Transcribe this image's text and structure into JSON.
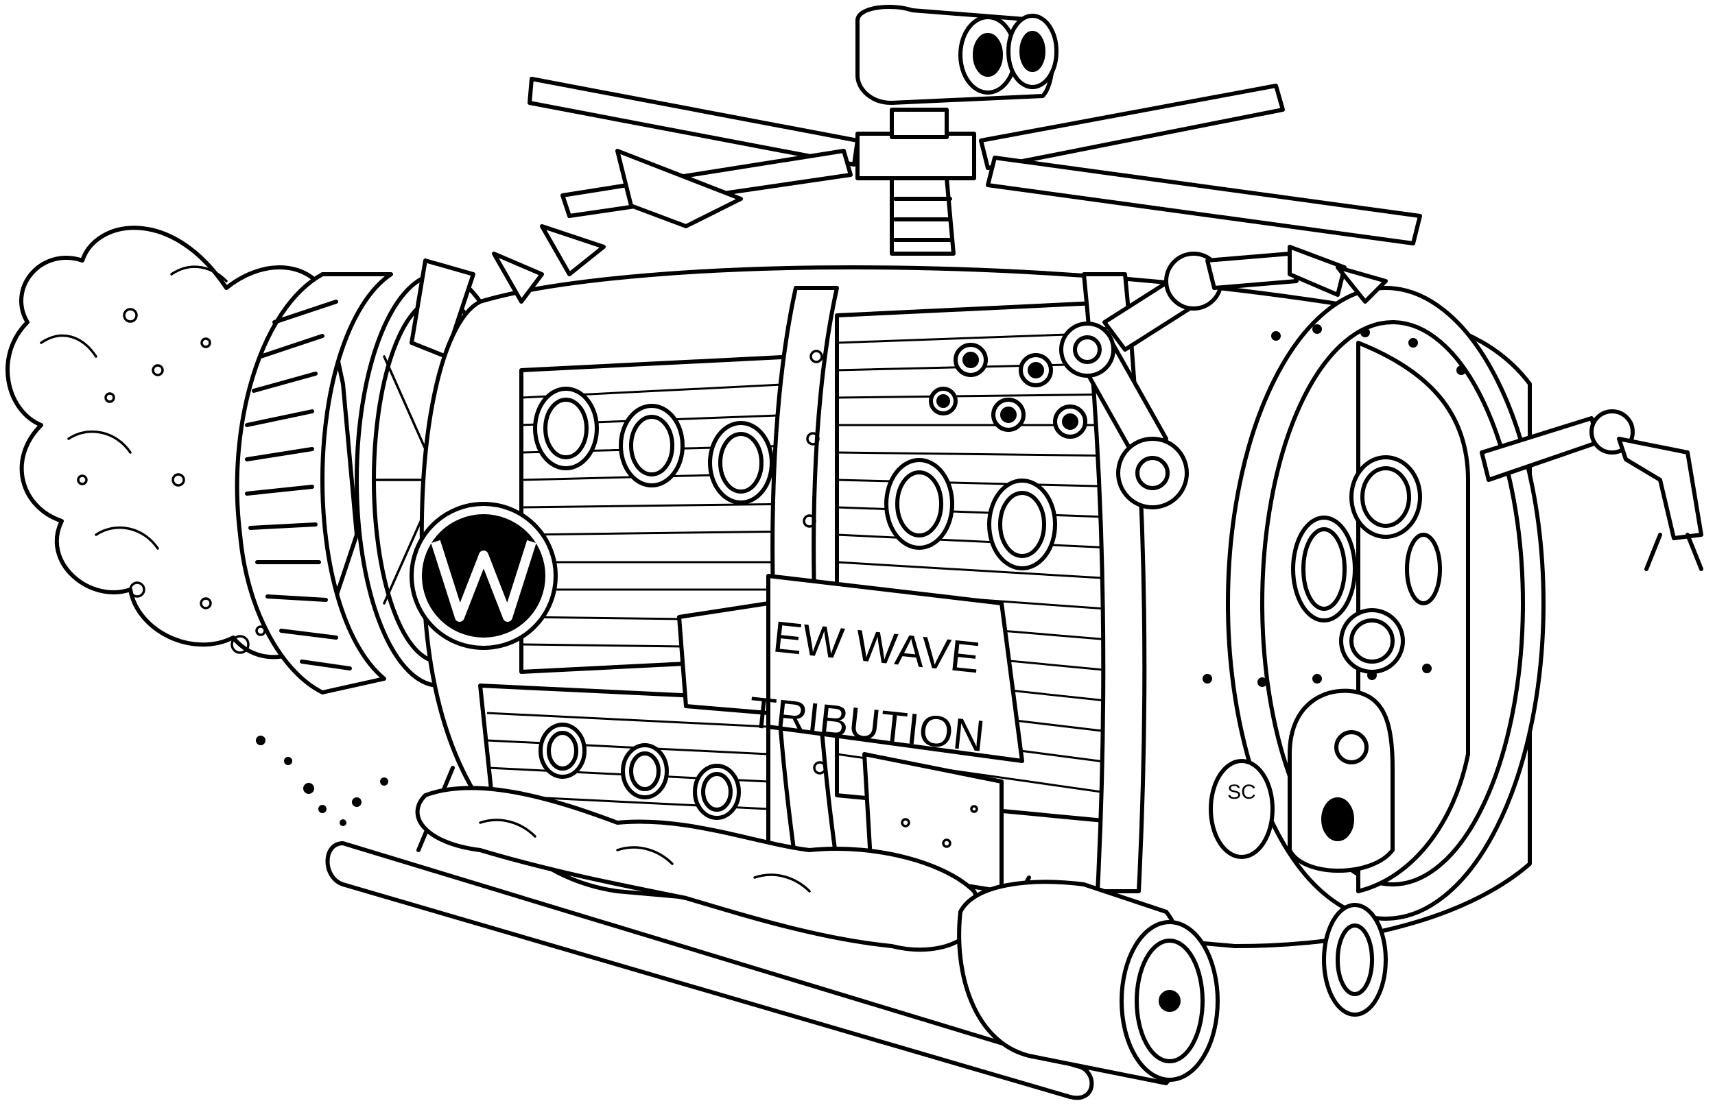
{
  "illustration": {
    "logo_letter": "W",
    "sign_line_1": "EW WAVE",
    "sign_line_2": "TRIBUTION",
    "door_mark": "SC"
  },
  "colors": {
    "ink": "#000000",
    "paper": "#ffffff"
  }
}
